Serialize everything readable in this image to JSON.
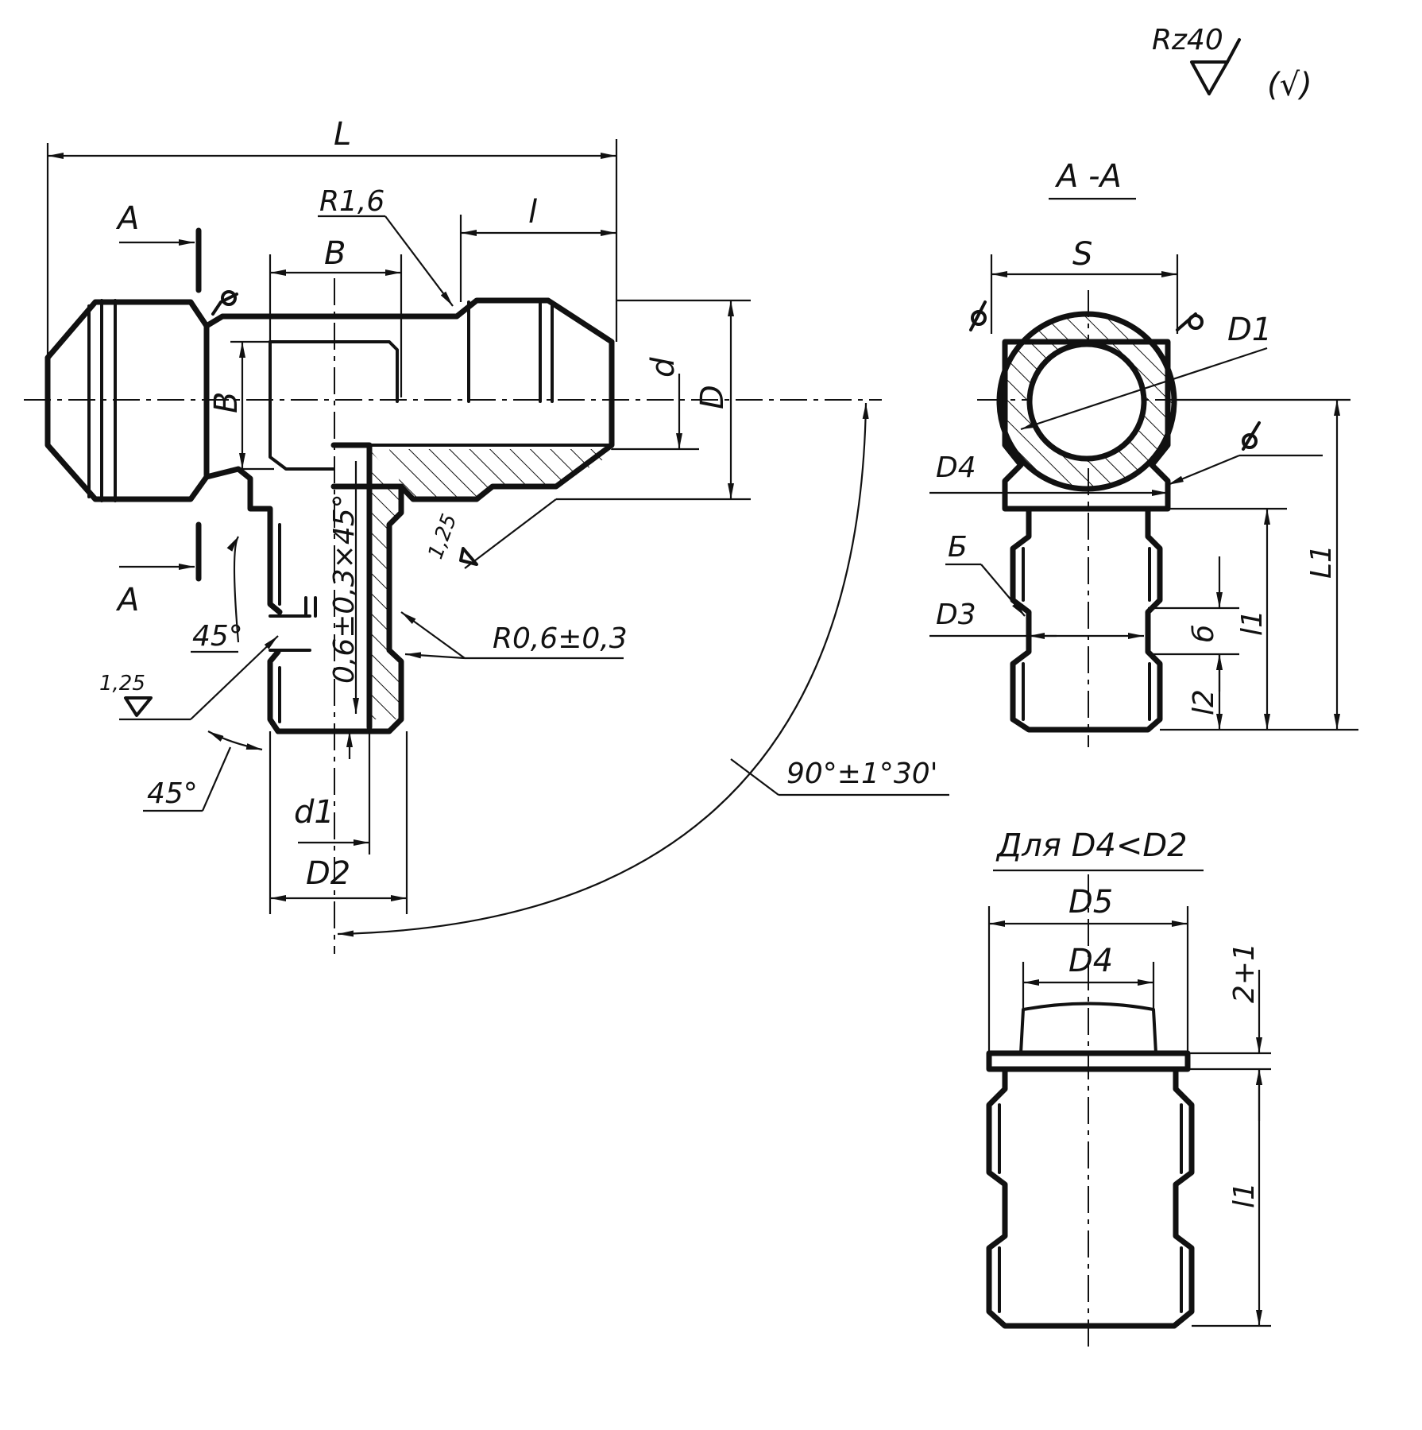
{
  "roughness": {
    "main": "Rz40",
    "general": "(√)"
  },
  "section_title": "A -A",
  "variant_title": "Для  D4<D2",
  "main_view": {
    "L": "L",
    "l": "l",
    "R_fillet": "R1,6",
    "B_top": "B",
    "B_side": "B",
    "d": "d",
    "D": "D",
    "A_top": "A",
    "A_bottom": "A",
    "chamfer": "0,6±0,3×45°",
    "radius_tol": "R0,6±0,3",
    "angle1": "45°",
    "angle2": "45°",
    "rough1": "1,25",
    "rough2": "1,25",
    "d1": "d1",
    "D2": "D2",
    "angle_tol": "90°±1°30'"
  },
  "section_view": {
    "S": "S",
    "D1": "D1",
    "D4": "D4",
    "B_letter": "Б",
    "D3": "D3",
    "b": "б",
    "l1": "l1",
    "l2": "l2",
    "L1": "L1"
  },
  "variant_view": {
    "D5": "D5",
    "D4": "D4",
    "gap": "2+1",
    "l1": "l1"
  }
}
